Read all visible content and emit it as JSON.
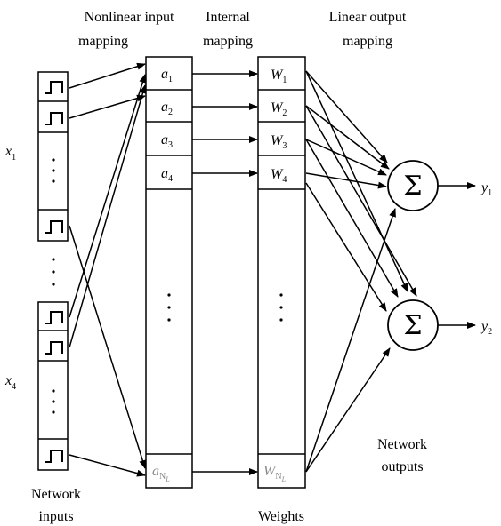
{
  "headers": {
    "nonlinear_line1": "Nonlinear input",
    "nonlinear_line2": "mapping",
    "internal_line1": "Internal",
    "internal_line2": "mapping",
    "linear_line1": "Linear output",
    "linear_line2": "mapping"
  },
  "labels": {
    "network_inputs_line1": "Network",
    "network_inputs_line2": "inputs",
    "weights": "Weights",
    "network_outputs_line1": "Network",
    "network_outputs_line2": "outputs"
  },
  "inputs": [
    {
      "base": "x",
      "sub": "1"
    },
    {
      "base": "x",
      "sub": "4"
    }
  ],
  "outputs": [
    {
      "base": "y",
      "sub": "1"
    },
    {
      "base": "y",
      "sub": "2"
    }
  ],
  "a_cells": [
    {
      "base": "a",
      "sub": "1"
    },
    {
      "base": "a",
      "sub": "2"
    },
    {
      "base": "a",
      "sub": "3"
    },
    {
      "base": "a",
      "sub": "4"
    }
  ],
  "a_last": {
    "base": "a",
    "sub": "N",
    "subsub": "L"
  },
  "w_cells": [
    {
      "base": "W",
      "sub": "1"
    },
    {
      "base": "W",
      "sub": "2"
    },
    {
      "base": "W",
      "sub": "3"
    },
    {
      "base": "W",
      "sub": "4"
    }
  ],
  "w_last": {
    "base": "W",
    "sub": "N",
    "subsub": "L"
  },
  "sum_symbol": "Σ"
}
